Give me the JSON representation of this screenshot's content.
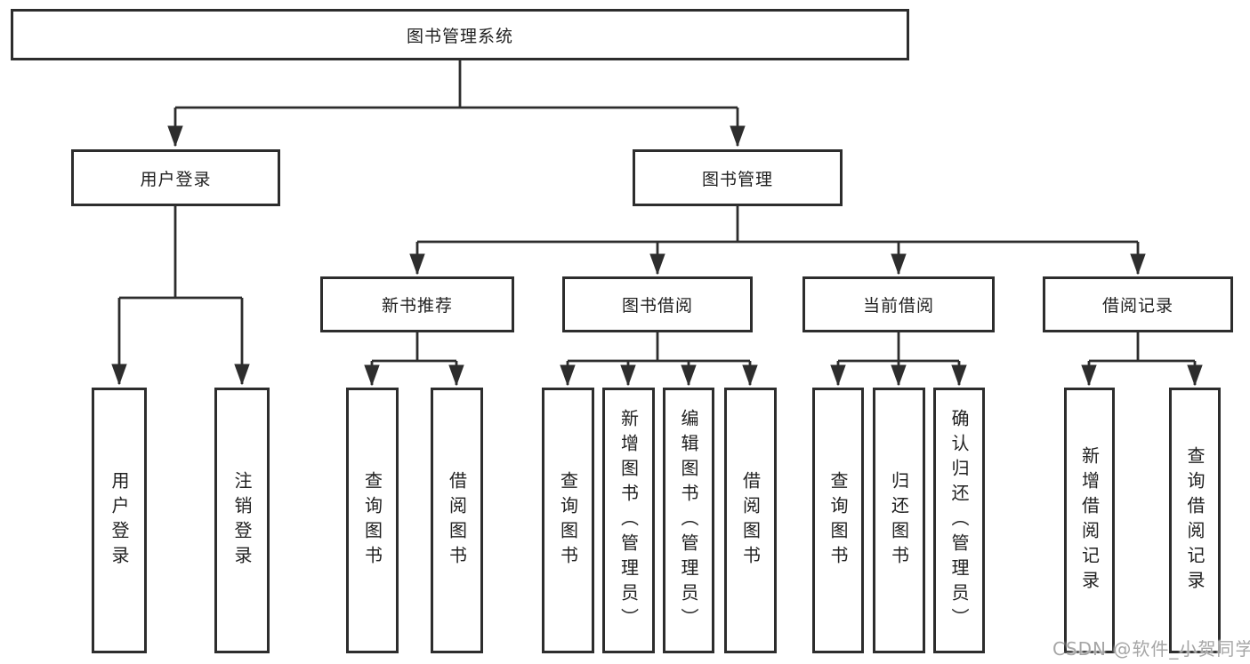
{
  "tree": {
    "root": "图书管理系统",
    "l2": [
      "用户登录",
      "图书管理"
    ],
    "l3": [
      "新书推荐",
      "图书借阅",
      "当前借阅",
      "借阅记录"
    ],
    "l4": [
      [
        "用户登录",
        "注销登录"
      ],
      [
        "查询图书",
        "借阅图书"
      ],
      [
        "查询图书",
        "新增图书（管理员）",
        "编辑图书（管理员）",
        "借阅图书"
      ],
      [
        "查询图书",
        "归还图书",
        "确认归还（管理员）"
      ],
      [
        "新增借阅记录",
        "查询借阅记录"
      ]
    ]
  },
  "watermark": "CSDN @软件_小贺同学",
  "colors": {
    "line": "#2d2d2d",
    "text": "#212121",
    "watermark": "#a6a6a6",
    "background": "#ffffff"
  }
}
